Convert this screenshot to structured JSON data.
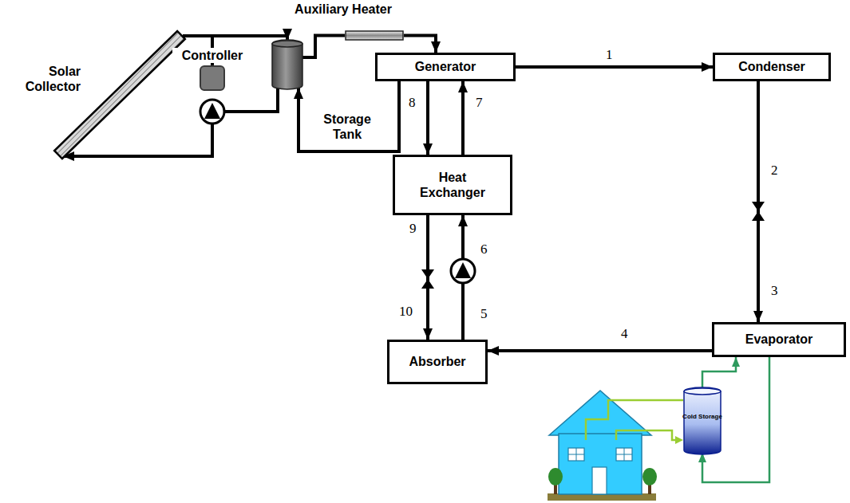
{
  "diagram": {
    "nodes": [
      {
        "text": [
          "Solar Collector"
        ]
      },
      {
        "text": [
          "Controller"
        ]
      },
      {
        "text": [
          "Storage Tank"
        ]
      },
      {
        "text": [
          "Auxiliary Heater"
        ]
      },
      {
        "text": [
          "Generator"
        ]
      },
      {
        "text": [
          "Condenser"
        ]
      },
      {
        "text": [
          "Heat Exchanger"
        ]
      },
      {
        "text": [
          "Absorber"
        ]
      },
      {
        "text": [
          "Evaporator"
        ]
      },
      {
        "text": [
          "Cold Storage"
        ]
      }
    ],
    "edges": [
      {
        "from": 0,
        "to": 2,
        "arrow": "to"
      },
      {
        "from": 0,
        "to": 1,
        "arrow": "none"
      },
      {
        "from": 2,
        "to": 0,
        "arrow": "to"
      },
      {
        "from": 4,
        "to": 2,
        "arrow": "to"
      },
      {
        "from": 2,
        "to": 3,
        "arrow": "none"
      },
      {
        "from": 3,
        "to": 4,
        "arrow": "to"
      },
      {
        "from": 4,
        "to": 5,
        "arrow": "to"
      },
      {
        "from": 5,
        "to": 8,
        "arrow": "to"
      },
      {
        "from": 8,
        "to": 7,
        "arrow": "to"
      },
      {
        "from": 7,
        "to": 6,
        "arrow": "to"
      },
      {
        "from": 6,
        "to": 4,
        "arrow": "to"
      },
      {
        "from": 4,
        "to": 6,
        "arrow": "to"
      },
      {
        "from": 6,
        "to": 7,
        "arrow": "to"
      },
      {
        "from": 9,
        "to": 8,
        "arrow": "to"
      },
      {
        "from": 8,
        "to": 9,
        "arrow": "to"
      }
    ],
    "labels": [
      "1",
      "2",
      "3",
      "4",
      "5",
      "6",
      "7",
      "8",
      "9",
      "10"
    ]
  }
}
